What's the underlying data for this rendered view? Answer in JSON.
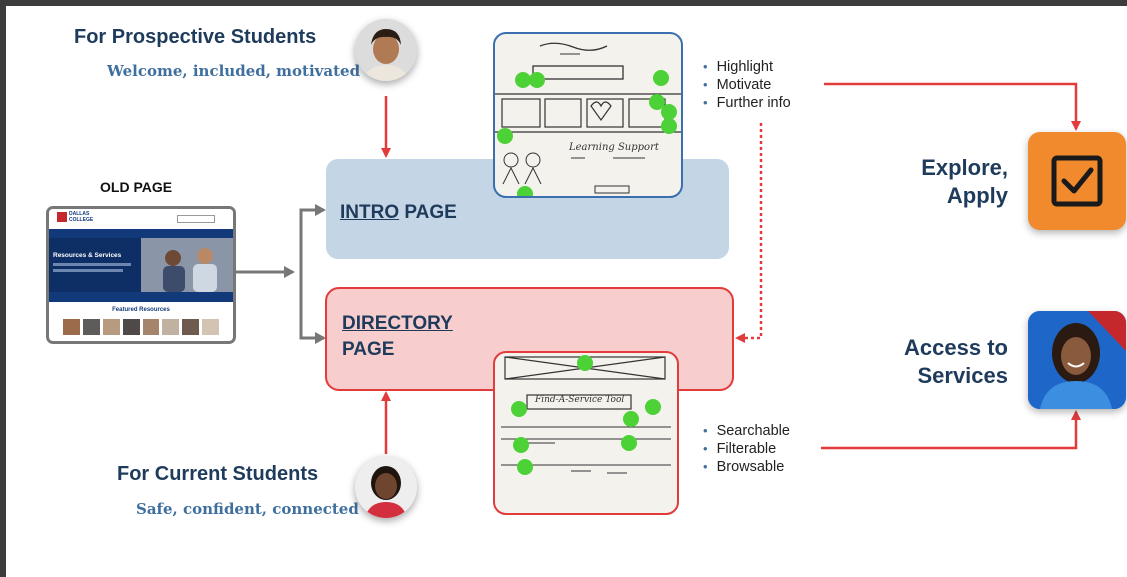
{
  "prospective": {
    "title": "For Prospective Students",
    "subtitle": "Welcome, included, motivated"
  },
  "current": {
    "title": "For Current Students",
    "subtitle": "Safe, confident, connected"
  },
  "old_page": {
    "label": "OLD PAGE",
    "site": {
      "logo_line1": "DALLAS",
      "logo_line2": "COLLEGE",
      "hero_title": "Resources & Services",
      "featured_title": "Featured Resources"
    }
  },
  "intro_page": {
    "label_main": "INTRO",
    "label_rest": " PAGE"
  },
  "directory_page": {
    "label_line1": "DIRECTORY",
    "label_line2": "PAGE"
  },
  "sketch_intro": {
    "caption": "Learning Support"
  },
  "sketch_directory": {
    "caption": "Find-A-Service Tool"
  },
  "intro_bullets": [
    "Highlight",
    "Motivate",
    "Further info"
  ],
  "directory_bullets": [
    "Searchable",
    "Filterable",
    "Browsable"
  ],
  "outcome_explore": {
    "line1": "Explore,",
    "line2": "Apply"
  },
  "outcome_services": {
    "line1": "Access to",
    "line2": "Services"
  },
  "colors": {
    "arrow_red": "#e23b3b",
    "heading_navy": "#1f3b5c",
    "subtitle_blue": "#3f6f9f",
    "intro_fill": "#c4d5e5",
    "directory_fill": "#f7cdcd",
    "dot_green": "#4cd137",
    "explore_orange": "#f08a2c",
    "services_blue": "#1f66c9"
  },
  "icons": {
    "explore": "checkbox-icon",
    "services": "student-photo"
  }
}
